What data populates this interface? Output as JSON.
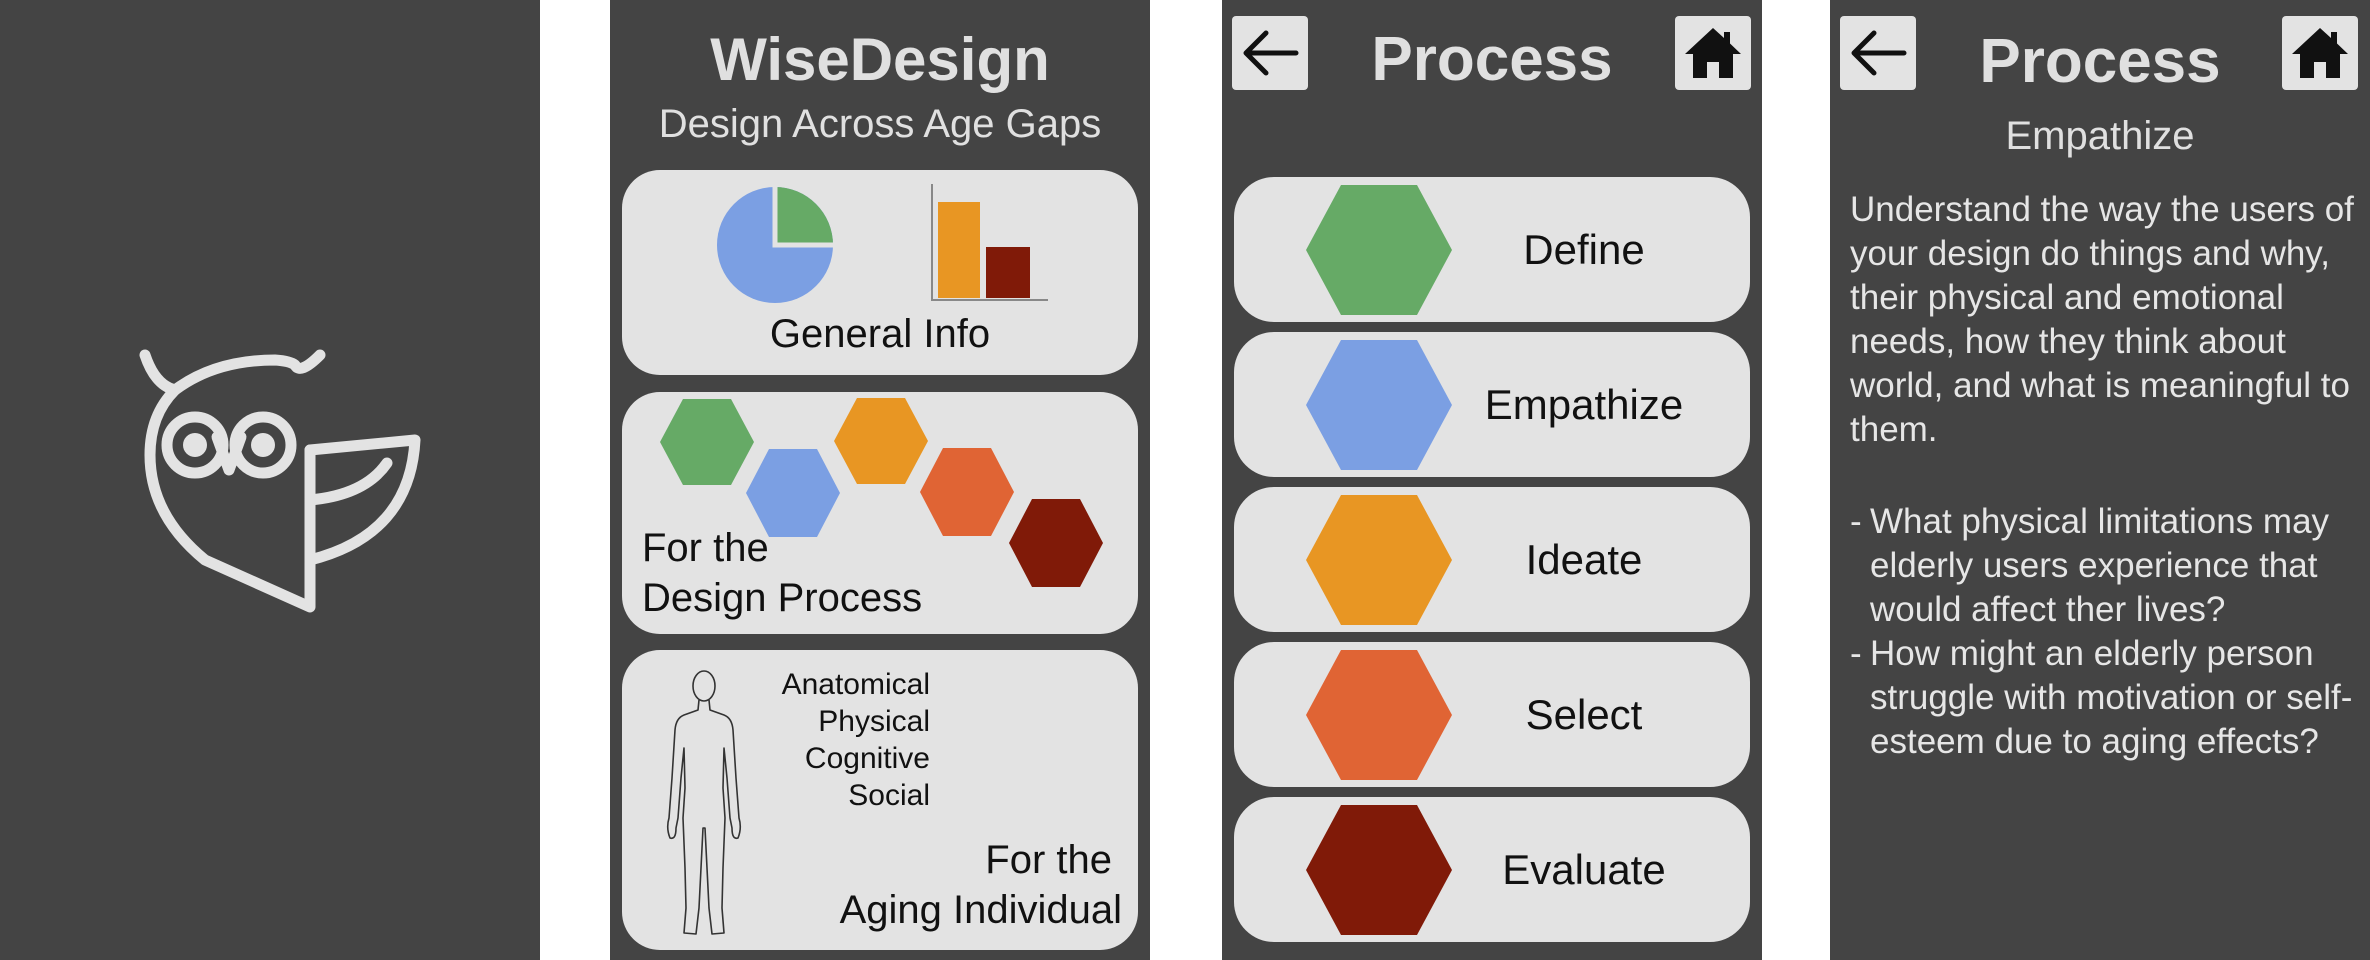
{
  "colors": {
    "screen_bg": "#444444",
    "card_bg": "#e3e3e3",
    "text_light": "#e0e0e0",
    "green": "#66aa66",
    "blue": "#7b9fe3",
    "yellow": "#e89623",
    "orange": "#e06434",
    "darkred": "#801a08"
  },
  "splash": {
    "logo_icon": "owl-logo"
  },
  "home": {
    "title": "WiseDesign",
    "subtitle": "Design Across Age Gaps",
    "cards": [
      {
        "label": "General Info",
        "icons": [
          "pie-chart-icon",
          "bar-chart-icon"
        ]
      },
      {
        "label_line1": "For the",
        "label_line2": "Design Process",
        "icons": [
          "hexagon-cluster-icon"
        ]
      },
      {
        "topics": [
          "Anatomical",
          "Physical",
          "Cognitive",
          "Social"
        ],
        "label_line1": "For the",
        "label_line2": "Aging Individual",
        "icons": [
          "human-body-outline-icon"
        ]
      }
    ]
  },
  "process": {
    "title": "Process",
    "back_icon": "back-arrow-icon",
    "home_icon": "home-icon",
    "steps": [
      {
        "label": "Define",
        "color": "#66aa66"
      },
      {
        "label": "Empathize",
        "color": "#7b9fe3"
      },
      {
        "label": "Ideate",
        "color": "#e89623"
      },
      {
        "label": "Select",
        "color": "#e06434"
      },
      {
        "label": "Evaluate",
        "color": "#801a08"
      }
    ]
  },
  "detail": {
    "title": "Process",
    "subtitle": "Empathize",
    "description": "Understand the way the users of your design do things and why, their physical and emotional needs, how they think about world, and what is meaningful to them.",
    "questions": [
      "What physical limitations may elderly users experience that would affect ther lives?",
      "How might an elderly person struggle with motivation or self-esteem due to aging effects?"
    ]
  }
}
